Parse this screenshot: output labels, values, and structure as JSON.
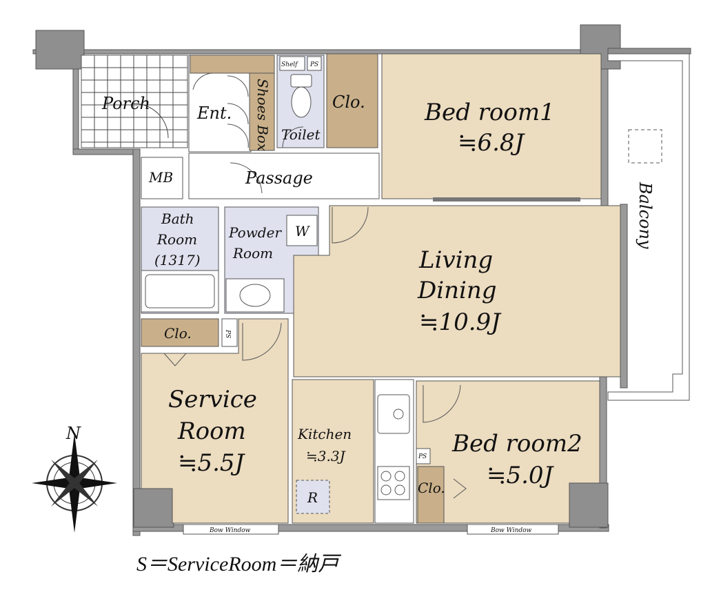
{
  "rooms": {
    "porch": "Porch",
    "entrance": "Ent.",
    "shoes_box": "Shoes Box",
    "shelf": "Shelf",
    "ps_top": "PS",
    "toilet": "Toilet",
    "closet_top": "Clo.",
    "bedroom1_name": "Bed room1",
    "bedroom1_area": "≒6.8J",
    "mb": "MB",
    "passage": "Passage",
    "bath_line1": "Bath",
    "bath_line2": "Room",
    "bath_line3": "(1317)",
    "powder_line1": "Powder",
    "powder_line2": "Room",
    "washer": "W",
    "living_line1": "Living",
    "living_line2": "Dining",
    "living_area": "≒10.9J",
    "closet_mid": "Clo.",
    "ps_mid": "PS",
    "service_line1": "Service",
    "service_line2": "Room",
    "service_area": "≒5.5J",
    "kitchen_name": "Kitchen",
    "kitchen_area": "≒3.3J",
    "fridge": "R",
    "ps_right": "PS",
    "closet_bed2": "Clo.",
    "bedroom2_name": "Bed room2",
    "bedroom2_area": "≒5.0J",
    "balcony": "Balcony",
    "bow_window_left": "Bow Window",
    "bow_window_right": "Bow Window"
  },
  "compass_north": "N",
  "legend": "S＝ServiceRoom＝納戸",
  "colors": {
    "floor": "#ecdcc0",
    "wall": "#9a9a9a",
    "column": "#8f8f8f",
    "closet": "#c9b08a",
    "wet_area": "#dfe1ee",
    "outline": "#555555"
  }
}
